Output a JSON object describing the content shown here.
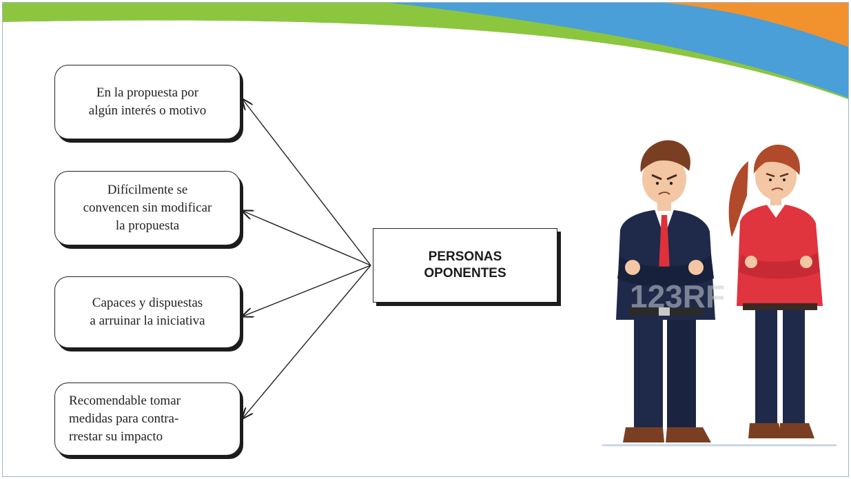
{
  "diagram": {
    "center_label": [
      "PERSONAS",
      "OPONENTES"
    ],
    "items": [
      {
        "lines": [
          "En la propuesta por",
          "algún interés o motivo"
        ]
      },
      {
        "lines": [
          "Difícilmente se",
          "convencen sin modificar",
          "la propuesta"
        ]
      },
      {
        "lines": [
          "Capaces y dispuestas",
          "a arruinar la iniciativa"
        ]
      },
      {
        "lines": [
          "Recomendable tomar",
          "medidas para contra-",
          "rrestar su impacto"
        ]
      }
    ]
  },
  "illustration": {
    "watermark": "123RF",
    "colors": {
      "banner_green": "#8cc63f",
      "banner_blue": "#4a9fd8",
      "banner_orange": "#f2922e",
      "suit_navy": "#1f2a4a",
      "tie_red": "#e0313b",
      "sweater_red": "#e0343f",
      "hair_brown": "#b04a2a"
    }
  }
}
